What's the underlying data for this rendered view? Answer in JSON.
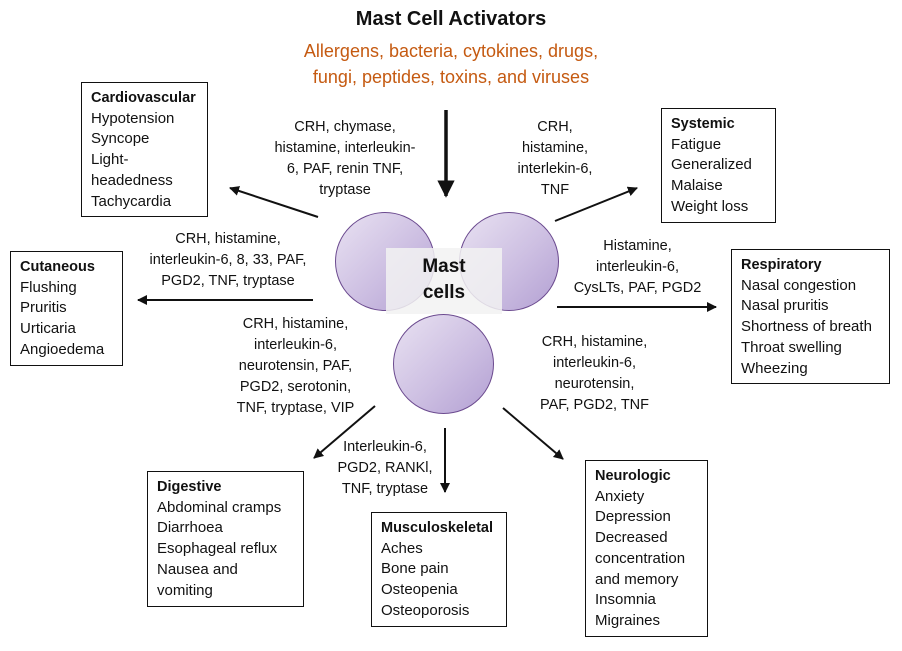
{
  "title": "Mast Cell Activators",
  "activators": {
    "line1": "Allergens, bacteria, cytokines, drugs,",
    "line2": "fungi, peptides, toxins, and viruses",
    "color": "#c55a11"
  },
  "center": {
    "line1": "Mast",
    "line2": "cells",
    "cell_color": "#c9bade",
    "cell_border": "#6b4a8f"
  },
  "mediators": {
    "cardiovascular": [
      "CRH, chymase,",
      "histamine, interleukin-",
      "6, PAF, renin TNF,",
      "tryptase"
    ],
    "systemic": [
      "CRH,",
      "histamine,",
      "interlekin-6,",
      "TNF"
    ],
    "cutaneous": [
      "CRH, histamine,",
      "interleukin-6, 8, 33, PAF,",
      "PGD2, TNF, tryptase"
    ],
    "respiratory": [
      "Histamine,",
      "interleukin-6,",
      "CysLTs, PAF, PGD2"
    ],
    "digestive": [
      "CRH, histamine,",
      "interleukin-6,",
      "neurotensin, PAF,",
      "PGD2, serotonin,",
      "TNF, tryptase, VIP"
    ],
    "neurologic": [
      "CRH, histamine,",
      "interleukin-6,",
      "neurotensin,",
      "PAF, PGD2, TNF"
    ],
    "musculoskeletal": [
      "Interleukin-6,",
      "PGD2, RANKl,",
      "TNF, tryptase"
    ]
  },
  "boxes": {
    "cardiovascular": {
      "heading": "Cardiovascular",
      "items": [
        "Hypotension",
        "Syncope",
        "Light-",
        "headedness",
        "Tachycardia"
      ]
    },
    "systemic": {
      "heading": "Systemic",
      "items": [
        "Fatigue",
        "Generalized",
        "Malaise",
        "Weight loss"
      ]
    },
    "cutaneous": {
      "heading": "Cutaneous",
      "items": [
        "Flushing",
        "Pruritis",
        "Urticaria",
        "Angioedema"
      ]
    },
    "respiratory": {
      "heading": "Respiratory",
      "items": [
        "Nasal congestion",
        "Nasal pruritis",
        "Shortness of breath",
        "Throat swelling",
        "Wheezing"
      ]
    },
    "digestive": {
      "heading": "Digestive",
      "items": [
        "Abdominal cramps",
        "Diarrhoea",
        "Esophageal reflux",
        "Nausea and",
        "vomiting"
      ]
    },
    "musculoskeletal": {
      "heading": "Musculoskeletal",
      "items": [
        "Aches",
        "Bone pain",
        "Osteopenia",
        "Osteoporosis"
      ]
    },
    "neurologic": {
      "heading": "Neurologic",
      "items": [
        "Anxiety",
        "Depression",
        "Decreased",
        "concentration",
        "and memory",
        "Insomnia",
        "Migraines"
      ]
    }
  }
}
